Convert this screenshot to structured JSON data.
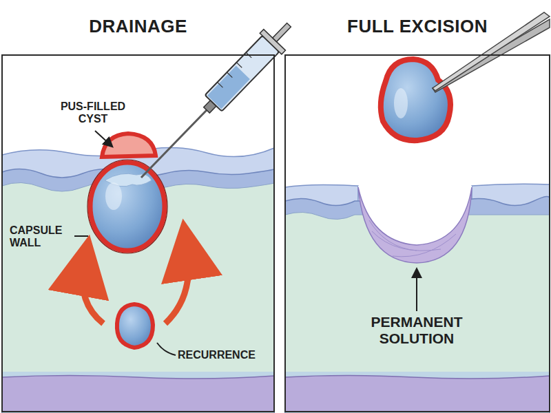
{
  "diagram": {
    "nodes": [
      {
        "text": [
          "DRAINAGE"
        ]
      },
      {
        "text": [
          "FULL EXCISION"
        ]
      }
    ],
    "labels": [
      "PUS-FILLED CYST",
      "CAPSULE WALL",
      "RECURRENCE",
      "PERMANENT SOLUTION"
    ]
  }
}
